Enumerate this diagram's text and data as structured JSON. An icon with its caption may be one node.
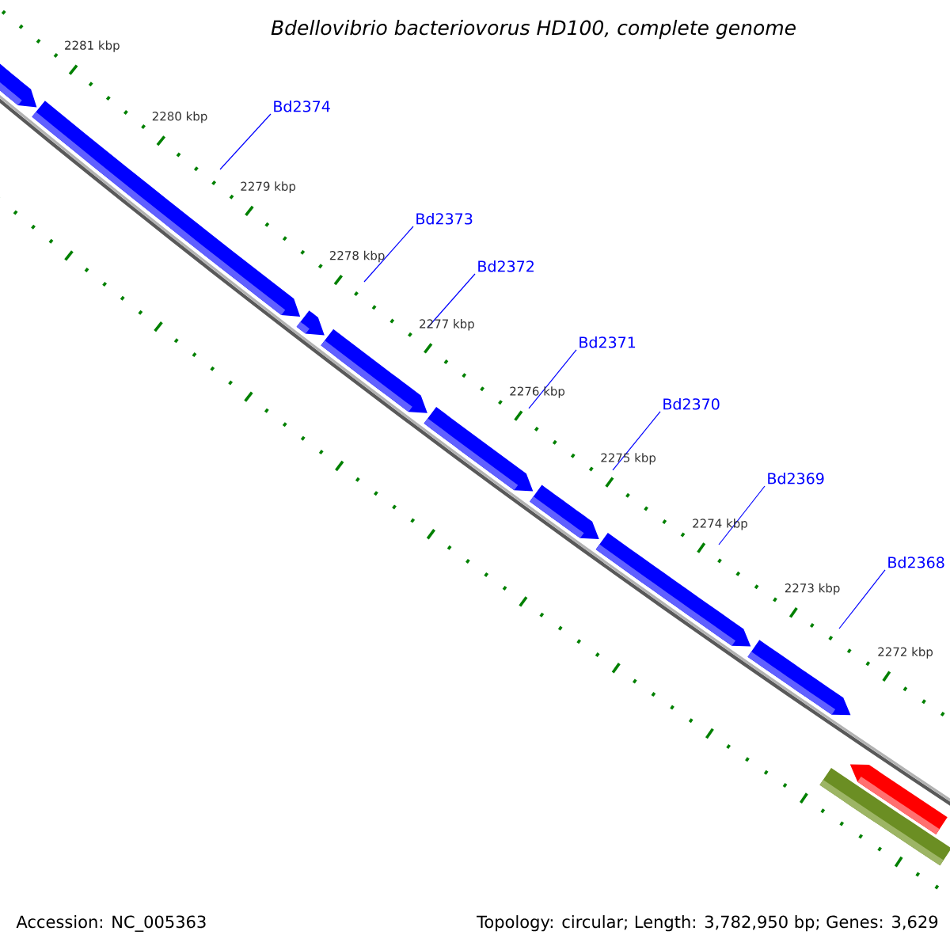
{
  "diagram": {
    "title": "Bdellovibrio bacteriovorus HD100, complete genome",
    "nodes": [
      {
        "text": [
          "Bd2374"
        ]
      },
      {
        "text": [
          "Bd2373"
        ]
      },
      {
        "text": [
          "Bd2372"
        ]
      },
      {
        "text": [
          "Bd2371"
        ]
      },
      {
        "text": [
          "Bd2370"
        ]
      },
      {
        "text": [
          "Bd2369"
        ]
      },
      {
        "text": [
          "Bd2368"
        ]
      },
      {
        "text": [],
        "shape": "pentagon"
      },
      {
        "text": [],
        "shape": "pentagon"
      },
      {
        "text": [],
        "shape": "pentagon"
      },
      {
        "text": [],
        "shape": "pentagon"
      },
      {
        "text": [],
        "shape": "pentagon"
      },
      {
        "text": [],
        "shape": "pentagon"
      },
      {
        "text": [],
        "shape": "pentagon"
      },
      {
        "text": [],
        "shape": "pentagon"
      },
      {
        "text": [],
        "shape": "pentagon"
      },
      {
        "text": [],
        "shape": "bar"
      }
    ],
    "edges": [
      {
        "from": 0,
        "to": 8,
        "arrow": "none"
      },
      {
        "from": 1,
        "to": 9,
        "arrow": "none"
      },
      {
        "from": 2,
        "to": 10,
        "arrow": "none"
      },
      {
        "from": 3,
        "to": 11,
        "arrow": "none"
      },
      {
        "from": 4,
        "to": 12,
        "arrow": "none"
      },
      {
        "from": 5,
        "to": 13,
        "arrow": "none"
      },
      {
        "from": 6,
        "to": 14,
        "arrow": "none"
      }
    ],
    "labels": [
      "2281 kbp",
      "2280 kbp",
      "2279 kbp",
      "2278 kbp",
      "2277 kbp",
      "2276 kbp",
      "2275 kbp",
      "2274 kbp",
      "2273 kbp",
      "2272 kbp",
      "Accession: NC_005363",
      "Topology: circular; Length: 3,782,950 bp; Genes: 3,629"
    ]
  }
}
